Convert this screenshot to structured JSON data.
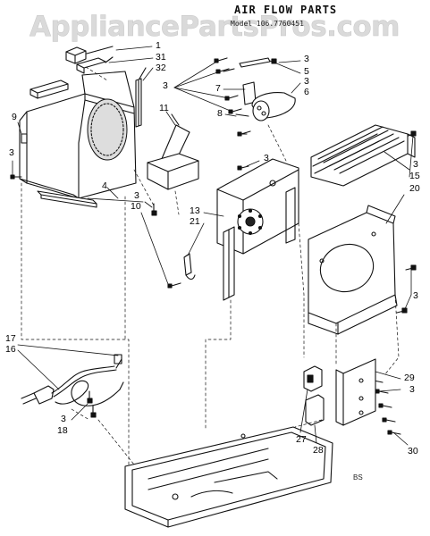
{
  "title": "AIR FLOW PARTS",
  "model": "Model 106.7760451",
  "watermark": "AppliancePartsPros.com",
  "corner_code": "BS",
  "callouts": [
    {
      "id": "c1",
      "text": "1"
    },
    {
      "id": "c31",
      "text": "31"
    },
    {
      "id": "c32",
      "text": "32"
    },
    {
      "id": "c9",
      "text": "9"
    },
    {
      "id": "c3a",
      "text": "3"
    },
    {
      "id": "c11",
      "text": "11"
    },
    {
      "id": "c4",
      "text": "4"
    },
    {
      "id": "c3b",
      "text": "3"
    },
    {
      "id": "c10",
      "text": "10"
    },
    {
      "id": "c3c",
      "text": "3"
    },
    {
      "id": "c3d",
      "text": "3"
    },
    {
      "id": "c5",
      "text": "5"
    },
    {
      "id": "c3e",
      "text": "3"
    },
    {
      "id": "c7",
      "text": "7"
    },
    {
      "id": "c6",
      "text": "6"
    },
    {
      "id": "c8",
      "text": "8"
    },
    {
      "id": "c3f",
      "text": "3"
    },
    {
      "id": "c13",
      "text": "13"
    },
    {
      "id": "c21",
      "text": "21"
    },
    {
      "id": "c3g",
      "text": "3"
    },
    {
      "id": "c15",
      "text": "15"
    },
    {
      "id": "c20",
      "text": "20"
    },
    {
      "id": "c3h",
      "text": "3"
    },
    {
      "id": "c17",
      "text": "17"
    },
    {
      "id": "c16",
      "text": "16"
    },
    {
      "id": "c3i",
      "text": "3"
    },
    {
      "id": "c18",
      "text": "18"
    },
    {
      "id": "c29",
      "text": "29"
    },
    {
      "id": "c3j",
      "text": "3"
    },
    {
      "id": "c27",
      "text": "27"
    },
    {
      "id": "c28",
      "text": "28"
    },
    {
      "id": "c30",
      "text": "30"
    }
  ]
}
